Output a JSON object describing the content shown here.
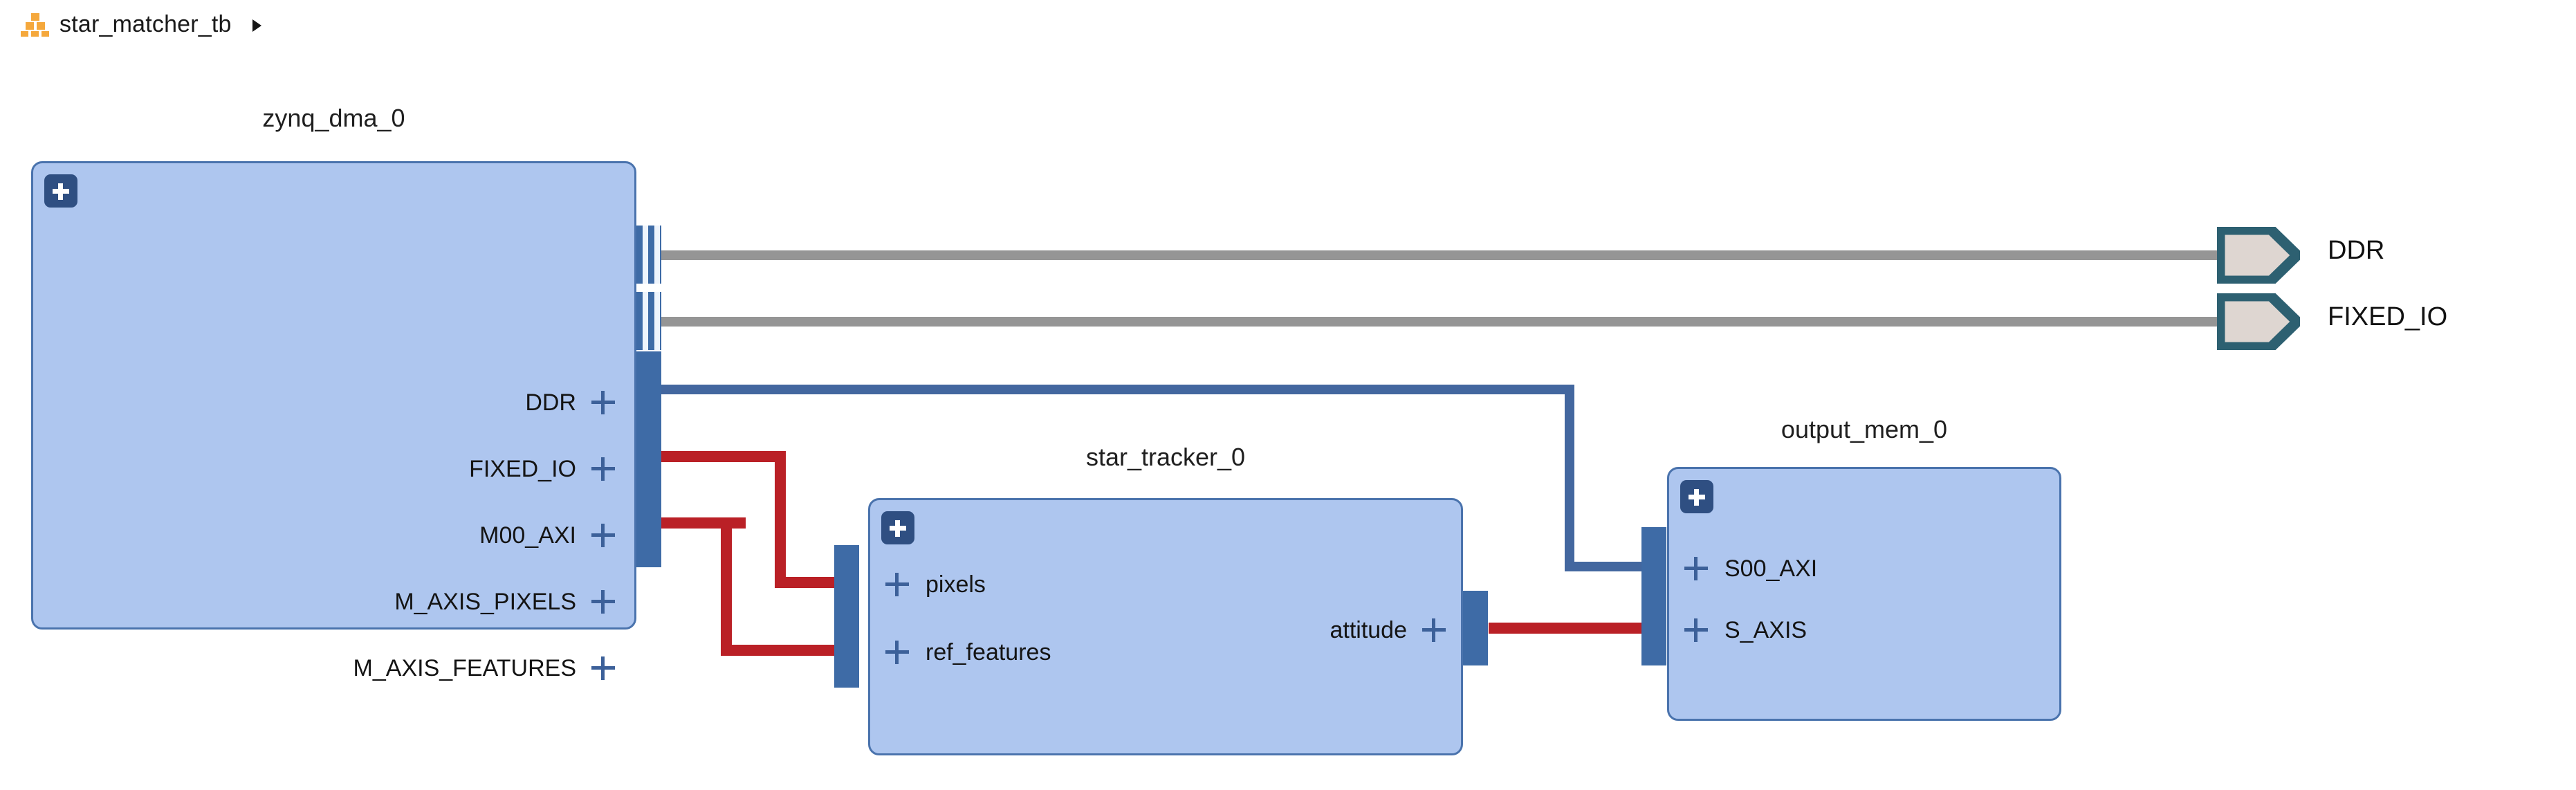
{
  "breadcrumb": {
    "icon": "hierarchy-blocks-icon",
    "label": "star_matcher_tb",
    "arrow": "chevron-right-icon"
  },
  "colors": {
    "block_fill": "#aec6ef",
    "block_border": "#4a73ad",
    "expand_button": "#2f4f82",
    "pin": "#3e6ba6",
    "wire_grey": "#959595",
    "wire_blue": "#43679f",
    "wire_red": "#ba2026",
    "ext_port_border": "#2d6071",
    "ext_port_fill": "#ded6d1",
    "breadcrumb_icon": "#f5a83c"
  },
  "blocks": [
    {
      "id": "zynq_dma_0",
      "title": "zynq_dma_0",
      "expand_icon": "expand-plus-icon",
      "right_ports": [
        {
          "name": "DDR",
          "pin": "bars"
        },
        {
          "name": "FIXED_IO",
          "pin": "bars"
        },
        {
          "name": "M00_AXI",
          "pin": "bus"
        },
        {
          "name": "M_AXIS_PIXELS",
          "pin": "bus"
        },
        {
          "name": "M_AXIS_FEATURES",
          "pin": "bus"
        }
      ],
      "left_ports": []
    },
    {
      "id": "star_tracker_0",
      "title": "star_tracker_0",
      "expand_icon": "expand-plus-icon",
      "left_ports": [
        {
          "name": "pixels",
          "pin": "bus"
        },
        {
          "name": "ref_features",
          "pin": "bus"
        }
      ],
      "right_ports": [
        {
          "name": "attitude",
          "pin": "bus"
        }
      ]
    },
    {
      "id": "output_mem_0",
      "title": "output_mem_0",
      "expand_icon": "expand-plus-icon",
      "left_ports": [
        {
          "name": "S00_AXI",
          "pin": "bus"
        },
        {
          "name": "S_AXIS",
          "pin": "bus"
        }
      ],
      "right_ports": []
    }
  ],
  "external_ports": [
    {
      "name": "DDR",
      "icon": "external-interface-port-icon"
    },
    {
      "name": "FIXED_IO",
      "icon": "external-interface-port-icon"
    }
  ],
  "connections": [
    {
      "from": "zynq_dma_0.DDR",
      "to": "ext.DDR",
      "color": "#959595"
    },
    {
      "from": "zynq_dma_0.FIXED_IO",
      "to": "ext.FIXED_IO",
      "color": "#959595"
    },
    {
      "from": "zynq_dma_0.M00_AXI",
      "to": "output_mem_0.S00_AXI",
      "color": "#43679f"
    },
    {
      "from": "zynq_dma_0.M_AXIS_PIXELS",
      "to": "star_tracker_0.pixels",
      "color": "#ba2026"
    },
    {
      "from": "zynq_dma_0.M_AXIS_FEATURES",
      "to": "star_tracker_0.ref_features",
      "color": "#ba2026"
    },
    {
      "from": "star_tracker_0.attitude",
      "to": "output_mem_0.S_AXIS",
      "color": "#ba2026"
    }
  ]
}
